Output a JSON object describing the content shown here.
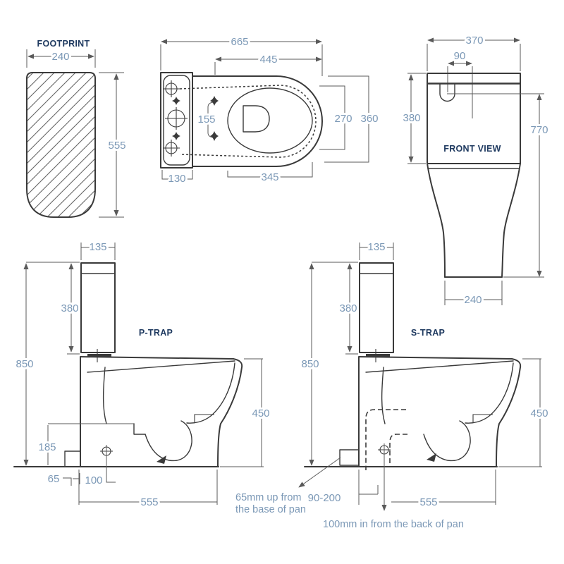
{
  "colors": {
    "line": "#3a3a3a",
    "dim_line": "#5a5a5a",
    "dim_text": "#7b98b6",
    "label_text": "#1f3a60"
  },
  "footprint": {
    "label": "FOOTPRINT",
    "width": "240",
    "depth": "555"
  },
  "top_view": {
    "overall_length": "665",
    "rim_to_front": "445",
    "seat_inner_width": "270",
    "bowl_outer_width": "360",
    "fixing_hole_centres": "155",
    "cistern_depth": "130",
    "seat_length": "345"
  },
  "front_view": {
    "label": "FRONT VIEW",
    "overall_width": "370",
    "button_offset": "90",
    "cistern_height": "380",
    "overall_height": "770",
    "base_width": "240"
  },
  "p_trap": {
    "label": "P-TRAP",
    "cistern_top_depth": "135",
    "cistern_height": "380",
    "overall_height": "850",
    "pan_height": "450",
    "outlet_height": "185",
    "outlet_setback": "65",
    "fixing_from_back": "100",
    "overall_depth": "555"
  },
  "s_trap": {
    "label": "S-TRAP",
    "cistern_top_depth": "135",
    "cistern_height": "380",
    "overall_height": "850",
    "pan_height": "450",
    "outlet_from_wall": "90-200",
    "overall_depth": "555"
  },
  "notes": {
    "outlet_height_note_line1": "65mm up from",
    "outlet_height_note_line2": "the base of pan",
    "outlet_position_note": "100mm in from the back of pan"
  }
}
